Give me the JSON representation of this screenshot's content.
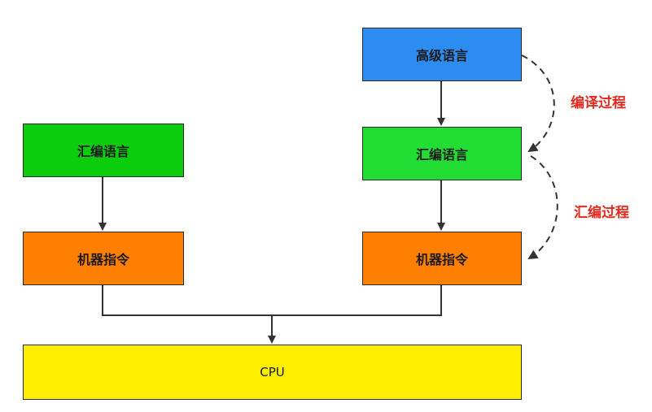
{
  "left_column": {
    "assembly": "汇编语言",
    "machine": "机器指令"
  },
  "right_column": {
    "high_level": "高级语言",
    "assembly": "汇编语言",
    "machine": "机器指令"
  },
  "cpu": "CPU",
  "processes": {
    "compile": "编译过程",
    "assemble": "汇编过程"
  },
  "colors": {
    "high_level": "#2d8cf0",
    "assembly_left": "#0ccd0c",
    "assembly_right": "#22dd33",
    "machine": "#ff8000",
    "cpu": "#ffee00",
    "process_label": "#e8281d",
    "line": "#333333"
  }
}
